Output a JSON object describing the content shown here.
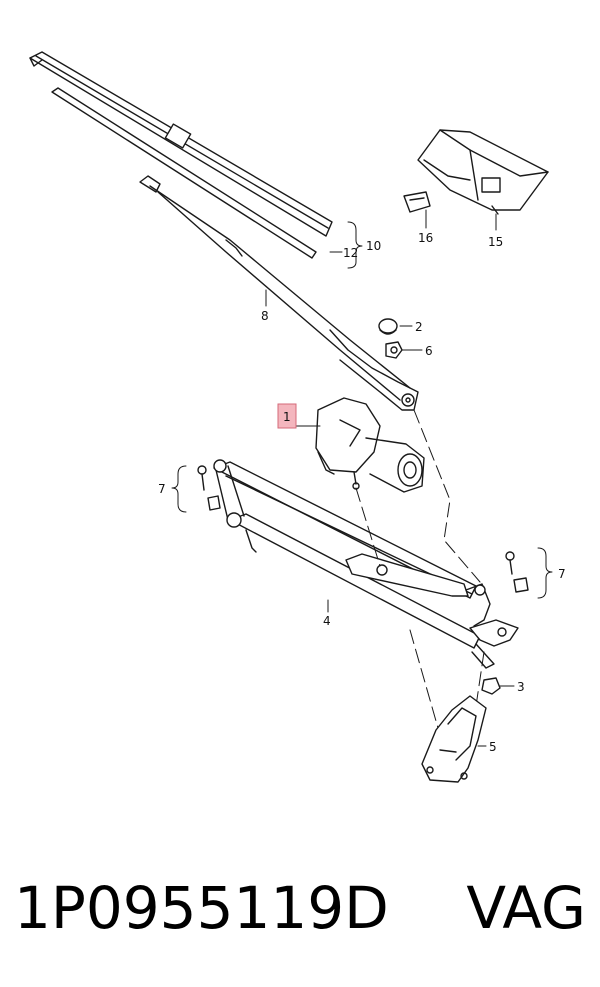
{
  "diagram": {
    "callouts": [
      {
        "id": "1",
        "label": "1",
        "highlighted": true
      },
      {
        "id": "2",
        "label": "2"
      },
      {
        "id": "3",
        "label": "3"
      },
      {
        "id": "4",
        "label": "4"
      },
      {
        "id": "5",
        "label": "5"
      },
      {
        "id": "6",
        "label": "6"
      },
      {
        "id": "7a",
        "label": "7"
      },
      {
        "id": "7b",
        "label": "7"
      },
      {
        "id": "8",
        "label": "8"
      },
      {
        "id": "10",
        "label": "10"
      },
      {
        "id": "12",
        "label": "12"
      },
      {
        "id": "15",
        "label": "15"
      },
      {
        "id": "16",
        "label": "16"
      }
    ],
    "highlight_color": "#f4b6be",
    "line_color": "#1a1a1a"
  },
  "footer": {
    "part_number": "1P0955119D",
    "brand": "VAG"
  }
}
